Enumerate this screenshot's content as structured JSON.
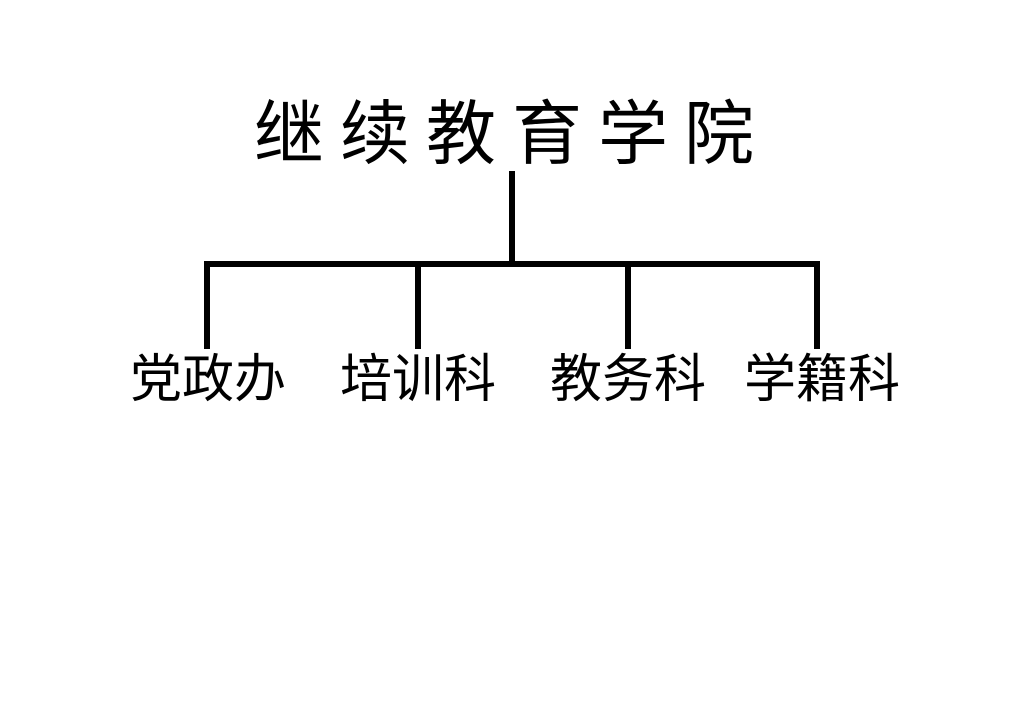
{
  "diagram": {
    "root": {
      "label": "继续教育学院"
    },
    "children": [
      {
        "label": "党政办"
      },
      {
        "label": "培训科"
      },
      {
        "label": "教务科"
      },
      {
        "label": "学籍科"
      }
    ],
    "line_color": "#000000",
    "text_color": "#000000",
    "background": "#ffffff"
  }
}
